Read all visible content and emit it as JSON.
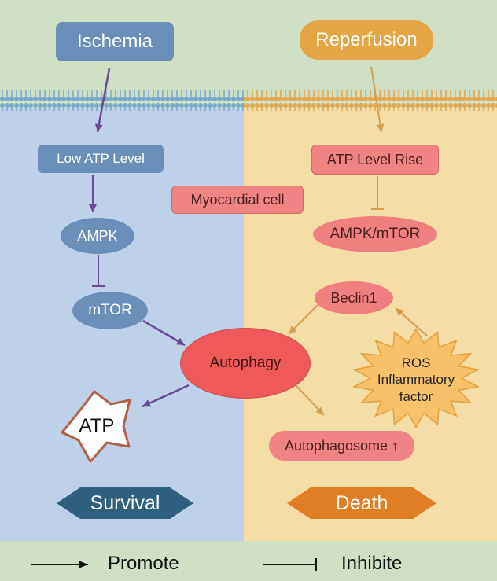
{
  "nodes": {
    "ischemia": "Ischemia",
    "reperfusion": "Reperfusion",
    "low_atp": "Low ATP Level",
    "atp_rise": "ATP Level Rise",
    "myocardial_cell": "Myocardial cell",
    "ampk": "AMPK",
    "ampk_mtor": "AMPK/mTOR",
    "mtor": "mTOR",
    "beclin1": "Beclin1",
    "autophagy": "Autophagy",
    "ros": "ROS",
    "inflammatory": "Inflammatory",
    "factor": "factor",
    "atp": "ATP",
    "autophagosome": "Autophagosome ↑",
    "survival": "Survival",
    "death": "Death"
  },
  "legend": {
    "promote": "Promote",
    "inhibite": "Inhibite"
  },
  "colors": {
    "top_band": "#cfe0c4",
    "left_panel": "#bed1e8",
    "right_panel": "#f5dea6",
    "membrane_left": "#8fb8d4",
    "membrane_right": "#e8b560",
    "promote_arrow_left": "#6a4a92",
    "promote_arrow_right": "#d4a050",
    "survival_hex": "#2e5f7c",
    "death_hex": "#e07e26",
    "autophagy_ellipse": "#ee5a5a",
    "ros_star": "#f9c26a"
  }
}
